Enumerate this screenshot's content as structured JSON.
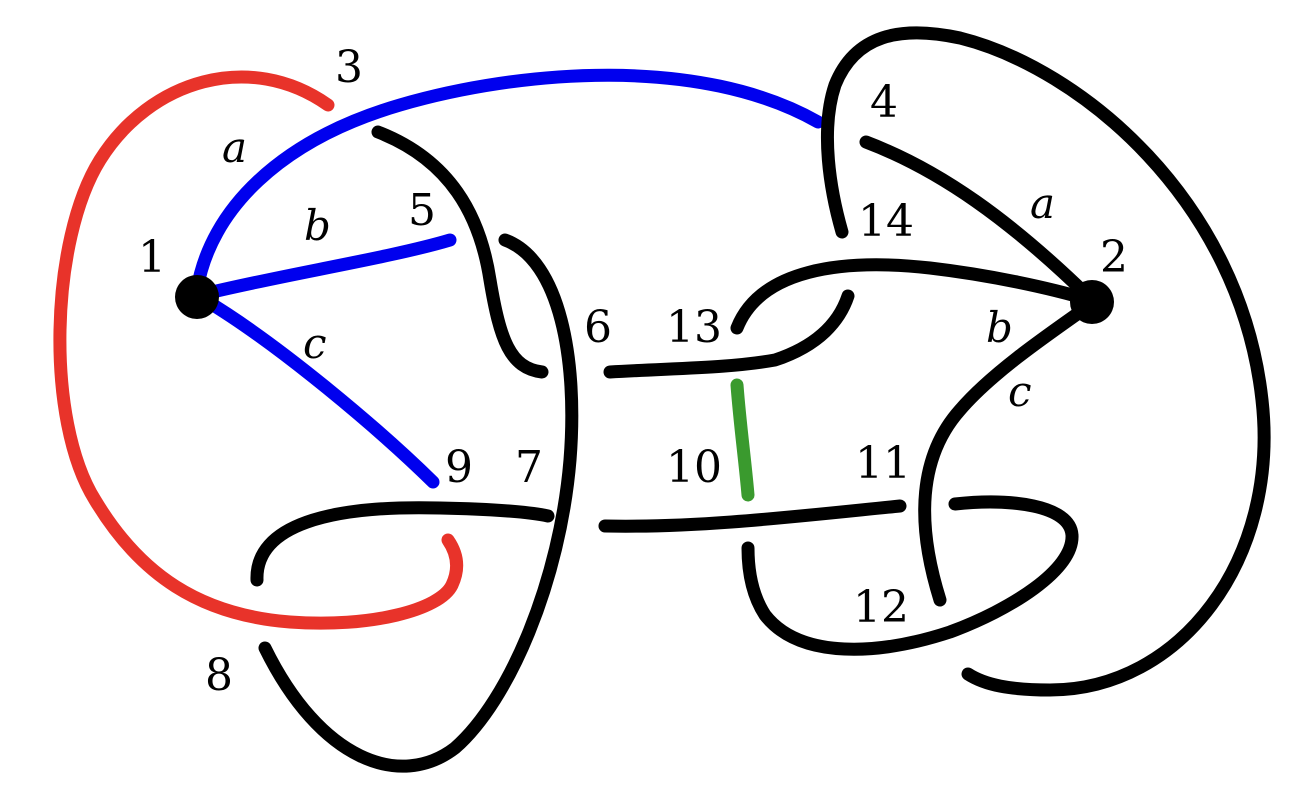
{
  "colors": {
    "black": "#000000",
    "blue": "#0000ee",
    "red": "#e8332a",
    "green": "#3a9a2e"
  },
  "vertices": {
    "v1": "1",
    "v2": "2"
  },
  "crossings": {
    "c3": "3",
    "c4": "4",
    "c5": "5",
    "c6": "6",
    "c7": "7",
    "c8": "8",
    "c9": "9",
    "c10": "10",
    "c11": "11",
    "c12": "12",
    "c13": "13",
    "c14": "14"
  },
  "edges": {
    "left_a": "a",
    "left_b": "b",
    "left_c": "c",
    "right_a": "a",
    "right_b": "b",
    "right_c": "c"
  }
}
